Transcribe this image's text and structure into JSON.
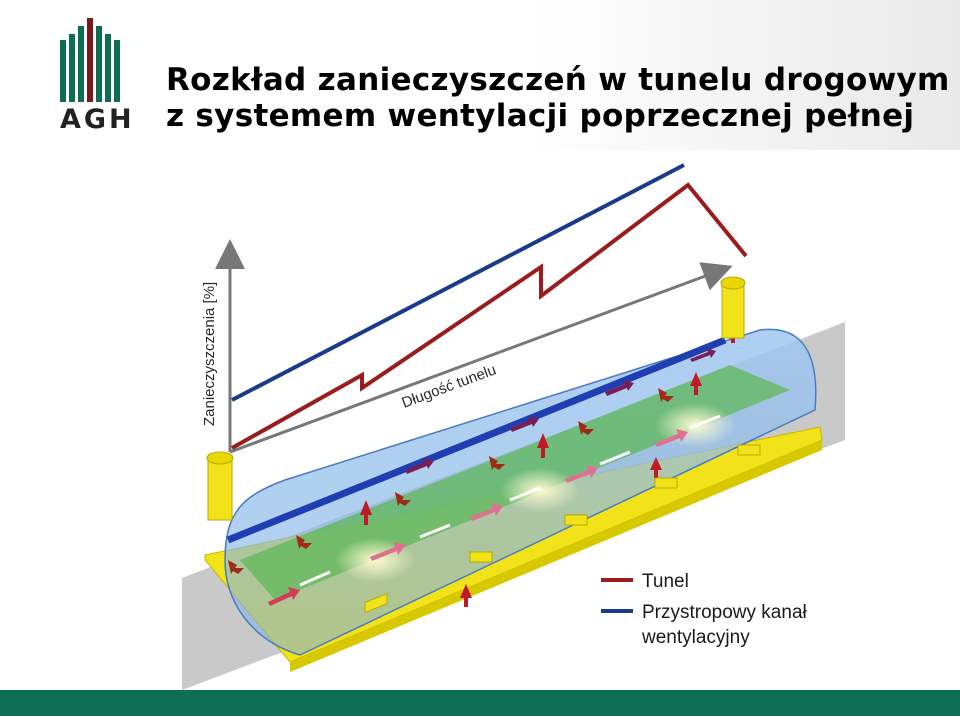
{
  "header": {
    "logo_text": "AGH",
    "title_line1": "Rozkład zanieczyszczeń w tunelu drogowym",
    "title_line2": "z systemem wentylacji poprzecznej pełnej"
  },
  "diagram": {
    "y_axis_label": "Zanieczyszczenia [%]",
    "x_axis_label": "Długość tunelu",
    "legend": [
      {
        "label": "Tunel",
        "color": "#9b1c1c"
      },
      {
        "label_line1": "Przystropowy kanał",
        "label_line2": "wentylacyjny",
        "color": "#1a3a8a"
      }
    ]
  },
  "colors": {
    "footer": "#0e6e54",
    "tunnel_line": "#9b1c1c",
    "duct_line": "#1a3a8a",
    "base": "#f2e21a"
  }
}
